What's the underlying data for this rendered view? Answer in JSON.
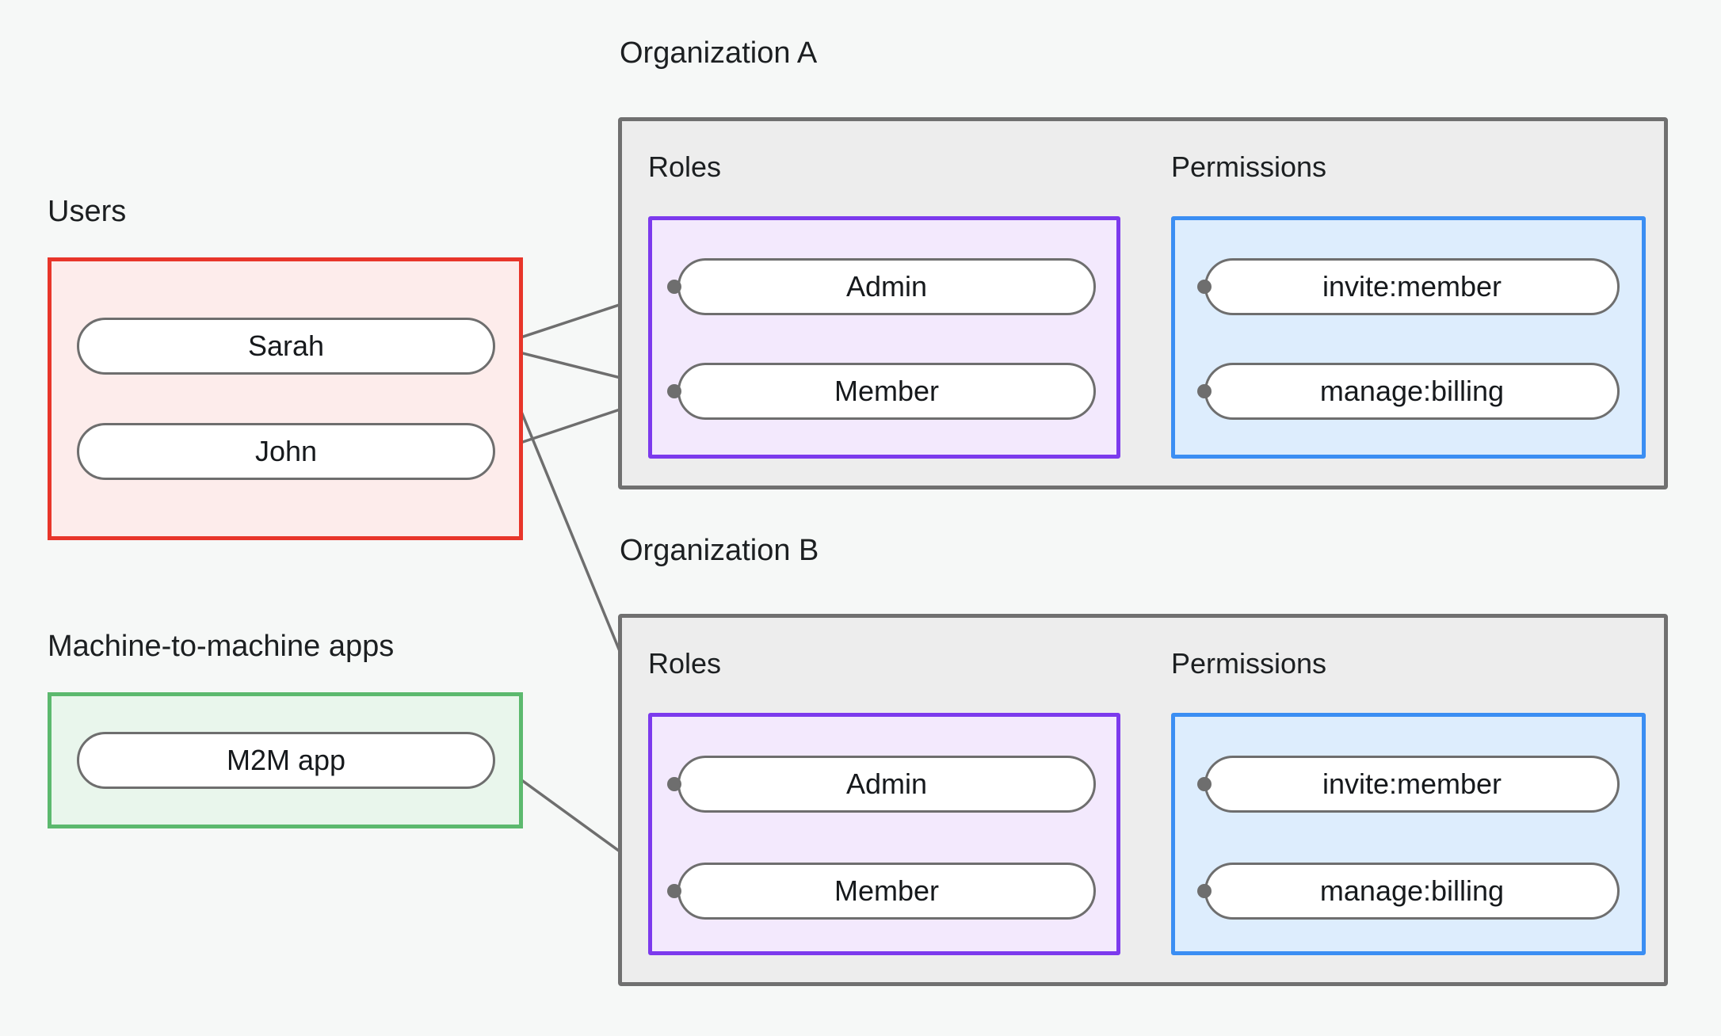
{
  "groups": {
    "users": {
      "title": "Users"
    },
    "m2m": {
      "title": "Machine-to-machine apps"
    },
    "org_a": {
      "title": "Organization A"
    },
    "org_b": {
      "title": "Organization B"
    }
  },
  "labels": {
    "roles": "Roles",
    "permissions": "Permissions"
  },
  "users": [
    {
      "name": "Sarah"
    },
    {
      "name": "John"
    }
  ],
  "m2m_apps": [
    {
      "name": "M2M app"
    }
  ],
  "org_a": {
    "roles": [
      {
        "name": "Admin"
      },
      {
        "name": "Member"
      }
    ],
    "permissions": [
      {
        "name": "invite:member"
      },
      {
        "name": "manage:billing"
      }
    ]
  },
  "org_b": {
    "roles": [
      {
        "name": "Admin"
      },
      {
        "name": "Member"
      }
    ],
    "permissions": [
      {
        "name": "invite:member"
      },
      {
        "name": "manage:billing"
      }
    ]
  },
  "colors": {
    "background": "#f6f8f7",
    "users_border": "#e8352a",
    "users_fill": "#fdeceb",
    "m2m_border": "#5cb96e",
    "m2m_fill": "#e9f6ec",
    "org_border": "#707070",
    "org_fill": "#ededed",
    "roles_border": "#7c3aed",
    "roles_fill": "#f3e9fd",
    "perms_border": "#3b8ef3",
    "perms_fill": "#ddedfd",
    "node_border": "#6e6e6e",
    "node_fill": "#ffffff",
    "edge": "#6e6e6e",
    "text": "#16191c"
  },
  "connections": [
    {
      "from": "Sarah",
      "to": "org_a.Admin"
    },
    {
      "from": "Sarah",
      "to": "org_a.Member"
    },
    {
      "from": "Sarah",
      "to": "org_b.Admin"
    },
    {
      "from": "John",
      "to": "org_a.Member"
    },
    {
      "from": "M2M app",
      "to": "org_b.Member"
    },
    {
      "from": "org_a.Admin",
      "to": "org_a.invite:member"
    },
    {
      "from": "org_a.Admin",
      "to": "org_a.manage:billing"
    },
    {
      "from": "org_a.Member",
      "to": "org_a.manage:billing"
    },
    {
      "from": "org_b.Admin",
      "to": "org_b.invite:member"
    },
    {
      "from": "org_b.Admin",
      "to": "org_b.manage:billing"
    },
    {
      "from": "org_b.Member",
      "to": "org_b.manage:billing"
    }
  ]
}
